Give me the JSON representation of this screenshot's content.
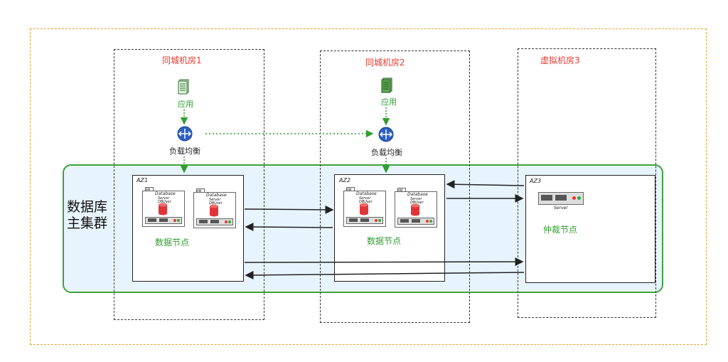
{
  "rooms": {
    "room1": "同城机房1",
    "room2": "同城机房2",
    "room3": "虚拟机房3"
  },
  "app_label": "应用",
  "lb_label": "负载均衡",
  "cluster_label_line1": "数据库",
  "cluster_label_line2": "主集群",
  "az": {
    "az1": "AZ1",
    "az2": "AZ2",
    "az3": "AZ3"
  },
  "data_node_label": "数据节点",
  "arbiter_label": "仲裁节点",
  "db_tab": "AM",
  "db_title": "Database",
  "db_sub": "Server",
  "db_sub2": "DBUser",
  "server_label": "Server",
  "colors": {
    "outer_border": "#f0a030",
    "cluster_border": "#3da33d",
    "cluster_fill": "#e8f4fd",
    "room_label": "#e83b2e",
    "green_text": "#2f9e2f",
    "lb_icon": "#2a5fc4"
  }
}
